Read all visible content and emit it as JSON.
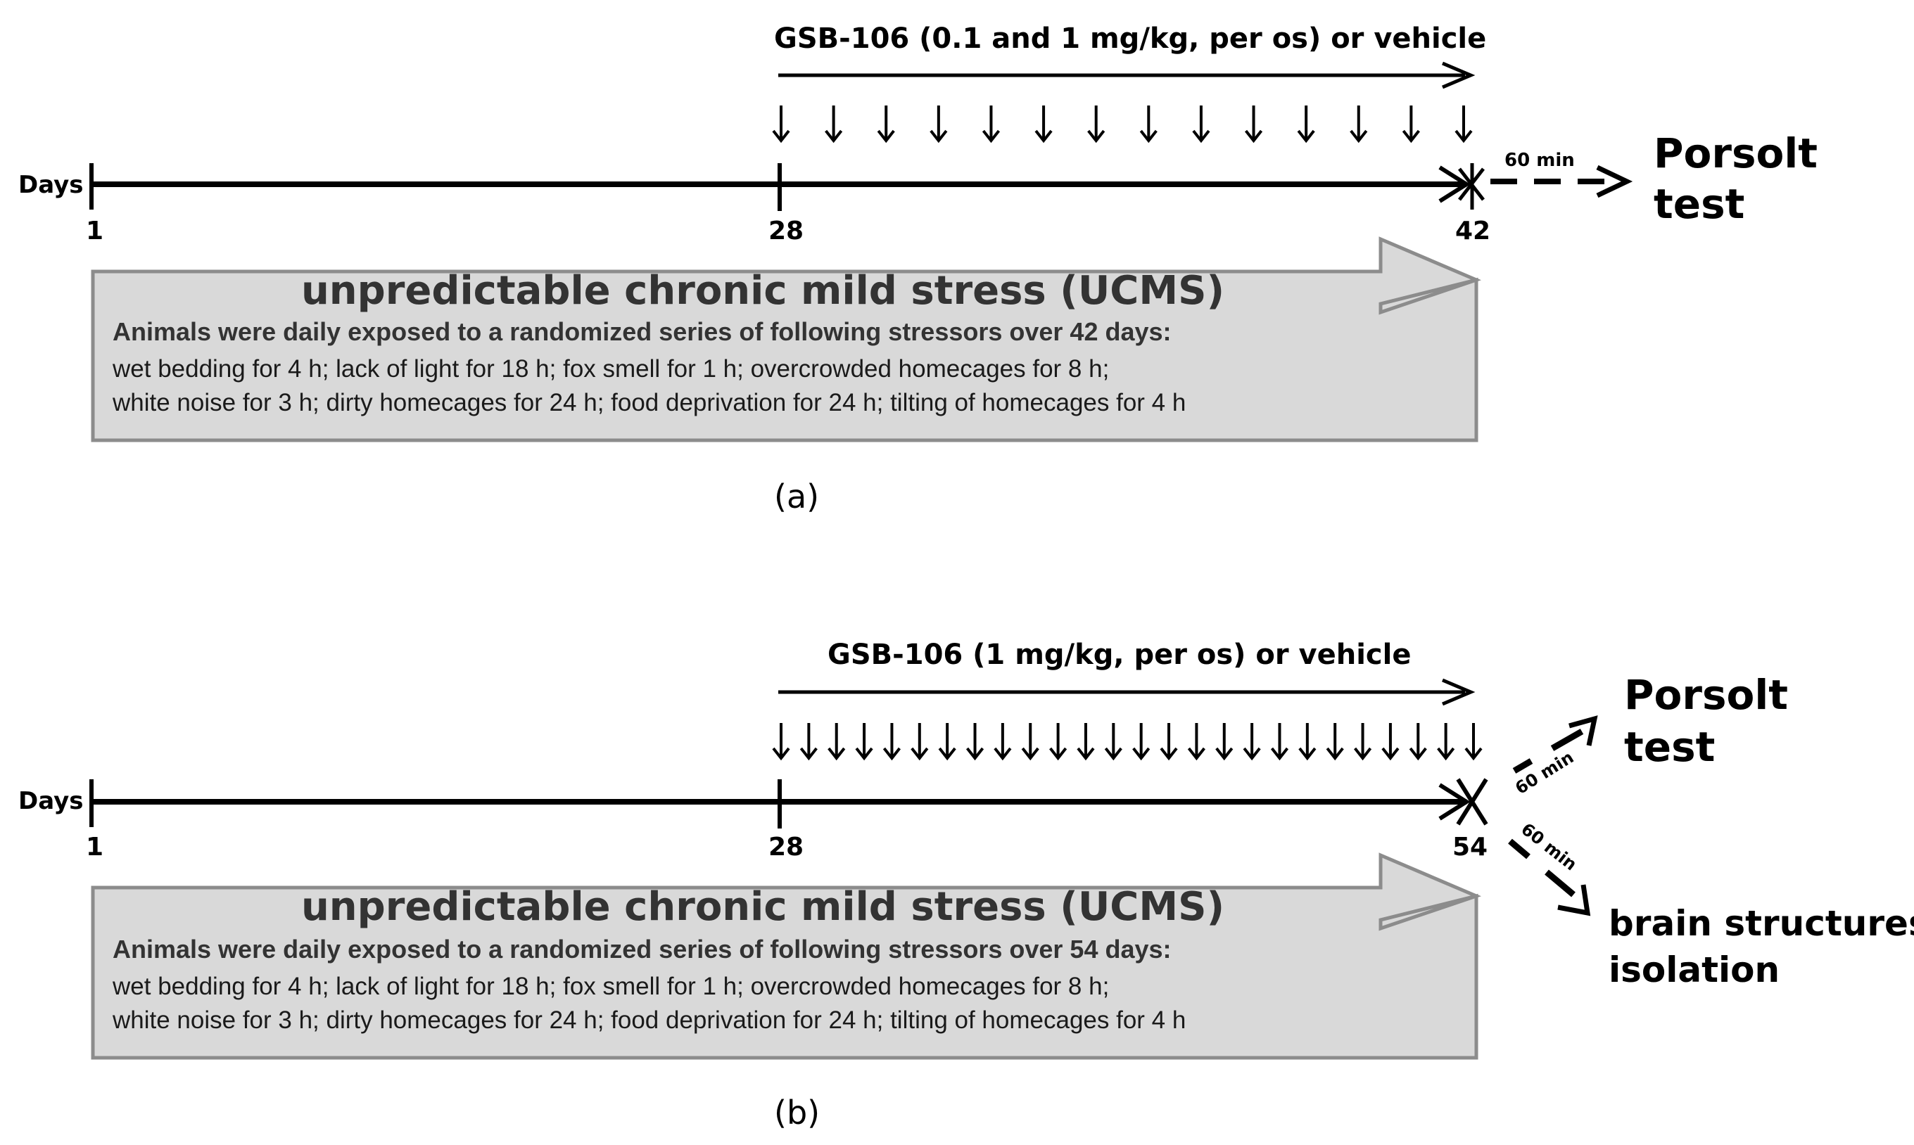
{
  "panels": [
    {
      "caption": "(a)",
      "axis_label": "Days",
      "day_start": "1",
      "day_mid": "28",
      "day_end": "42",
      "drug_label": "GSB-106 (0.1 and 1 mg/kg, per os) or vehicle",
      "dose_arrow_count": 14,
      "delay_label": "60 min",
      "outcome_1": {
        "line1": "Porsolt",
        "line2": "test"
      },
      "ucms_title": "unpredictable chronic mild stress (UCMS)",
      "ucms_subtitle": "Animals were daily exposed to a randomized series of following stressors over 42 days:",
      "ucms_line1": "wet bedding for 4 h; lack of light for 18 h; fox smell for 1 h; overcrowded homecages for 8 h;",
      "ucms_line2": "white noise for 3 h; dirty homecages for 24 h; food deprivation for 24 h; tilting of homecages for 4 h"
    },
    {
      "caption": "(b)",
      "axis_label": "Days",
      "day_start": "1",
      "day_mid": "28",
      "day_end": "54",
      "drug_label": "GSB-106 (1 mg/kg, per os) or vehicle",
      "dose_arrow_count": 26,
      "delay_label_1": "60 min",
      "delay_label_2": "60 min",
      "outcome_1": {
        "line1": "Porsolt",
        "line2": "test"
      },
      "outcome_2": {
        "line1": "brain structures",
        "line2": "isolation"
      },
      "ucms_title": "unpredictable chronic mild stress (UCMS)",
      "ucms_subtitle": "Animals were daily exposed to a randomized series of following stressors over 54 days:",
      "ucms_line1": "wet bedding for 4 h; lack of light for 18 h; fox smell for 1 h; overcrowded homecages for 8 h;",
      "ucms_line2": "white noise for 3 h; dirty homecages for 24 h; food deprivation for 24 h; tilting of homecages for 4 h"
    }
  ],
  "colors": {
    "ucms_fill": "#d9d9d9",
    "ucms_stroke": "#8c8c8c",
    "line": "#000000"
  }
}
